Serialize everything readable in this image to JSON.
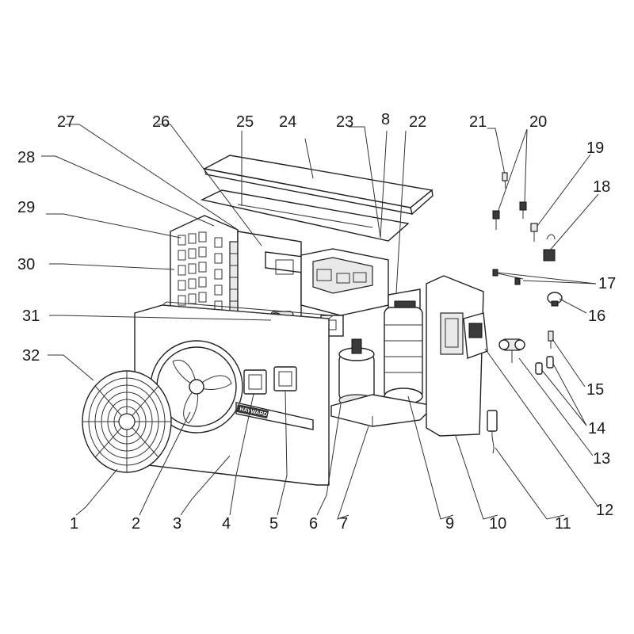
{
  "diagram": {
    "brand_text": "HAYWARD",
    "callouts": [
      {
        "id": "1",
        "label": "1"
      },
      {
        "id": "2",
        "label": "2"
      },
      {
        "id": "3",
        "label": "3"
      },
      {
        "id": "4",
        "label": "4"
      },
      {
        "id": "5",
        "label": "5"
      },
      {
        "id": "6",
        "label": "6"
      },
      {
        "id": "7",
        "label": "7"
      },
      {
        "id": "8",
        "label": "8"
      },
      {
        "id": "9",
        "label": "9"
      },
      {
        "id": "10",
        "label": "10"
      },
      {
        "id": "11",
        "label": "11"
      },
      {
        "id": "12",
        "label": "12"
      },
      {
        "id": "13",
        "label": "13"
      },
      {
        "id": "14",
        "label": "14"
      },
      {
        "id": "15",
        "label": "15"
      },
      {
        "id": "16",
        "label": "16"
      },
      {
        "id": "17",
        "label": "17"
      },
      {
        "id": "18",
        "label": "18"
      },
      {
        "id": "19",
        "label": "19"
      },
      {
        "id": "20",
        "label": "20"
      },
      {
        "id": "21",
        "label": "21"
      },
      {
        "id": "22",
        "label": "22"
      },
      {
        "id": "23",
        "label": "23"
      },
      {
        "id": "24",
        "label": "24"
      },
      {
        "id": "25",
        "label": "25"
      },
      {
        "id": "26",
        "label": "26"
      },
      {
        "id": "27",
        "label": "27"
      },
      {
        "id": "28",
        "label": "28"
      },
      {
        "id": "29",
        "label": "29"
      },
      {
        "id": "30",
        "label": "30"
      },
      {
        "id": "31",
        "label": "31"
      },
      {
        "id": "32",
        "label": "32"
      }
    ]
  }
}
